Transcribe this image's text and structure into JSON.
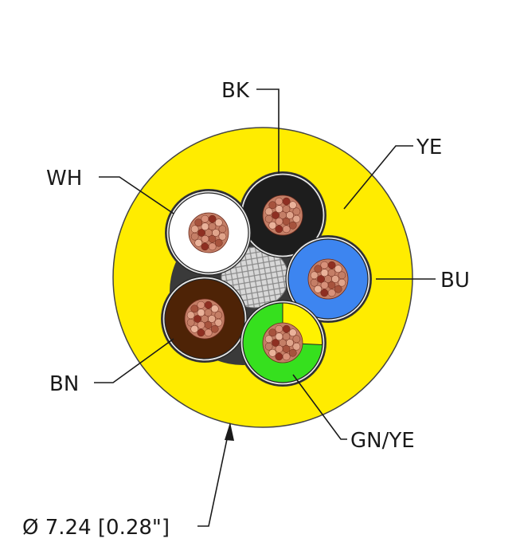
{
  "cable": {
    "jacket": {
      "label": "YE",
      "color": "#ffec00"
    },
    "conductors": [
      {
        "id": "bk",
        "label": "BK",
        "insulation": "#1d1d1d"
      },
      {
        "id": "wh",
        "label": "WH",
        "insulation": "#ffffff"
      },
      {
        "id": "bu",
        "label": "BU",
        "insulation": "#3d85f0"
      },
      {
        "id": "bn",
        "label": "BN",
        "insulation": "#4e2306"
      },
      {
        "id": "gnye",
        "label": "GN/YE",
        "insulation": "#36e01e",
        "stripe": "#fff200"
      }
    ],
    "copper_color": "#c47e66",
    "filler_color": "#bfbfbf",
    "diameter_label": "Ø 7.24 [0.28\"]"
  }
}
